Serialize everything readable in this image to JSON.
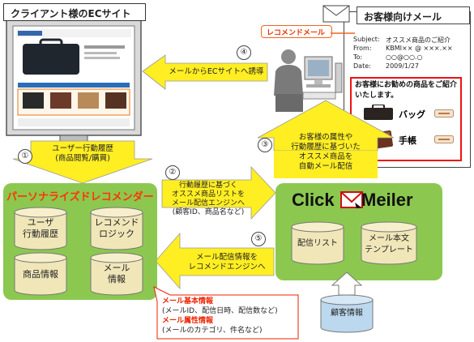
{
  "ec_site": {
    "title": "クライアント様のECサイト"
  },
  "mail_panel": {
    "title": "お客様向けメール",
    "tag": "レコメンドメール",
    "fields": {
      "subject_label": "Subject:",
      "subject_value": "オススメ商品のご紹介",
      "from_label": "From:",
      "from_value": "KBMI×× @ ×××.××",
      "to_label": "To:",
      "to_value": "○○@○○.○",
      "date_label": "Date:",
      "date_value": "2009/1/27"
    },
    "recommend_heading": "お客様にお勧めの商品をご紹介いたします。",
    "items": [
      {
        "name": "バッグ"
      },
      {
        "name": "手帳"
      }
    ]
  },
  "recommender": {
    "title": "パーソナライズドレコメンダー",
    "cylinders": [
      "ユーザ\n行動履歴",
      "レコメンド\nロジック",
      "商品情報",
      "メール\n情報"
    ]
  },
  "mailer": {
    "logo_left": "Click",
    "logo_right": "Meiler",
    "cylinders": [
      "配信リスト",
      "メール本文\nテンプレート"
    ]
  },
  "customer_info": "顧客情報",
  "steps": [
    {
      "num": "①",
      "text": "ユーザー行動履歴\n(商品閲覧/購買)"
    },
    {
      "num": "②",
      "text": "行動履歴に基づく\nオススメ商品リストを\nメール配信エンジンへ\n(顧客ID、商品名など)"
    },
    {
      "num": "③",
      "text": "お客様の属性や\n行動履歴に基づいた\nオススメ商品を\n自動メール配信"
    },
    {
      "num": "④",
      "text": "メールからECサイトへ誘導"
    },
    {
      "num": "⑤",
      "text": "メール配信情報を\nレコメンドエンジンへ"
    }
  ],
  "mail_info_note": {
    "basic_title": "メール基本情報",
    "basic_detail": "(メールID、配信日時、配信数など)",
    "attr_title": "メール属性情報",
    "attr_detail": "(メールのカテゴリ、件名など)"
  },
  "colors": {
    "arrow_yellow": "#ffee22",
    "green_box": "#8cc850",
    "orange_red": "#ff3300",
    "note_red": "#ee2200",
    "cyl_fill": "#f0e6b8"
  }
}
